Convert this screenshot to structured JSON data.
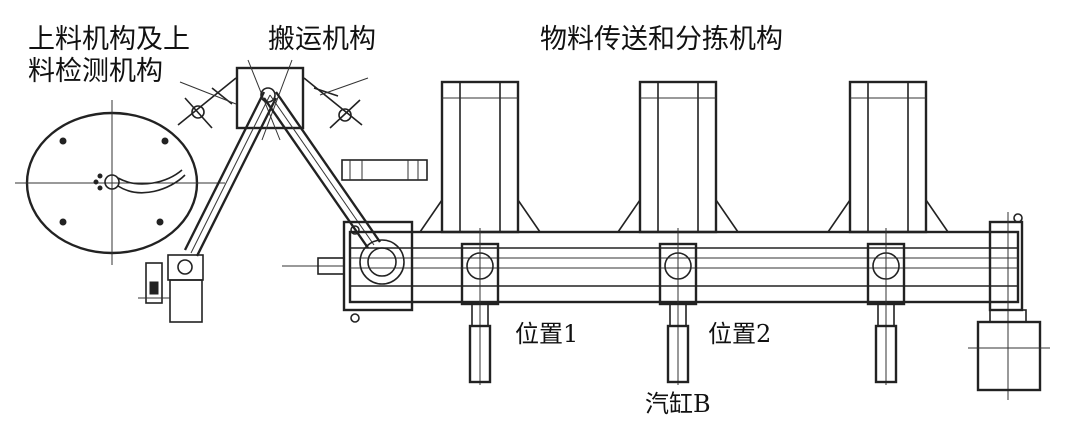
{
  "labels": {
    "feeding": "上料机构及上",
    "feeding_detect": "料检测机构",
    "handling": "搬运机构",
    "transfer_sort": "物料传送和分拣机构",
    "position1": "位置1",
    "position2": "位置2",
    "cylinder_b": "汽缸B"
  },
  "colors": {
    "line": "#222222",
    "background": "#ffffff"
  }
}
